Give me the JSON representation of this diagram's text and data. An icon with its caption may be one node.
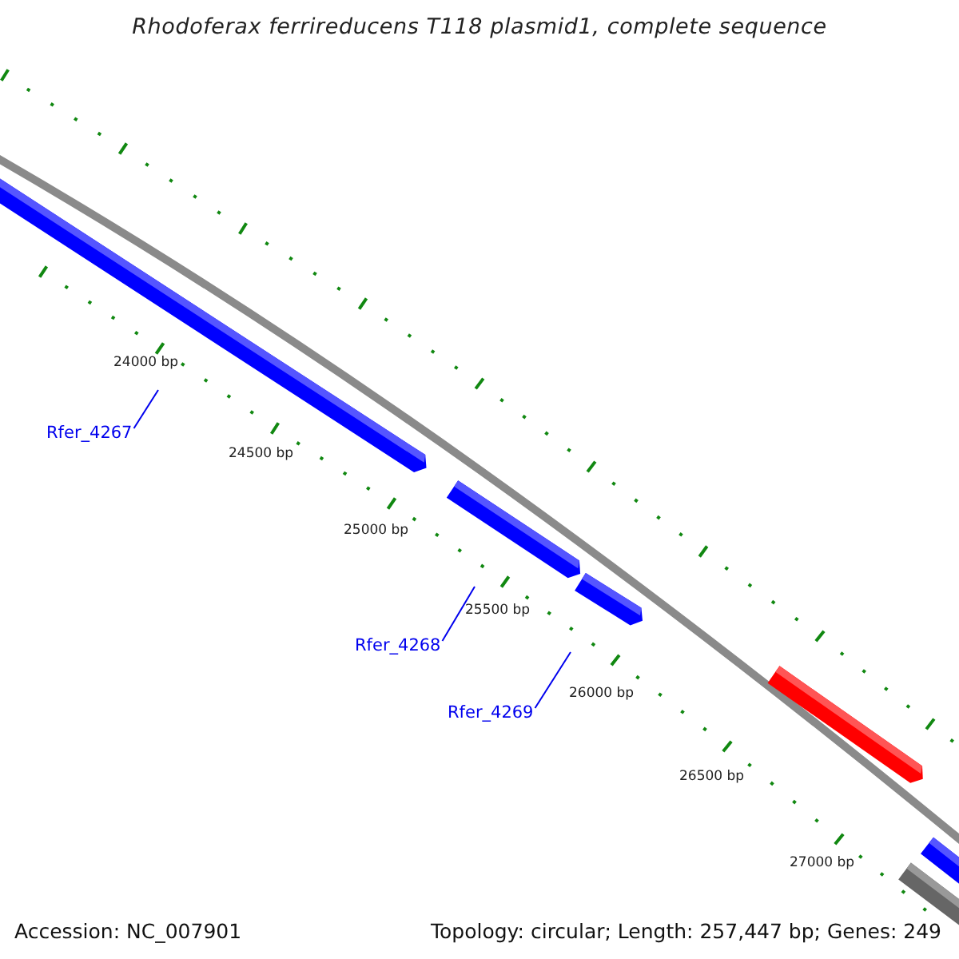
{
  "diagram": {
    "title": "Rhodoferax ferrireducens T118 plasmid1, complete sequence",
    "nodes": [
      {
        "text": [
          "Rfer_4267"
        ]
      },
      {
        "text": [
          "Rfer_4268"
        ]
      },
      {
        "text": [
          "Rfer_4269"
        ]
      }
    ],
    "edges": [
      {
        "from": 0,
        "to": null,
        "arrow": "none"
      },
      {
        "from": 1,
        "to": null,
        "arrow": "none"
      },
      {
        "from": 2,
        "to": null,
        "arrow": "none"
      }
    ],
    "labels": [
      "24000 bp",
      "24500 bp",
      "25000 bp",
      "25500 bp",
      "26000 bp",
      "26500 bp",
      "27000 bp",
      "Accession: NC_007901",
      "Topology: circular; Length: 257,447 bp; Genes: 249"
    ]
  }
}
